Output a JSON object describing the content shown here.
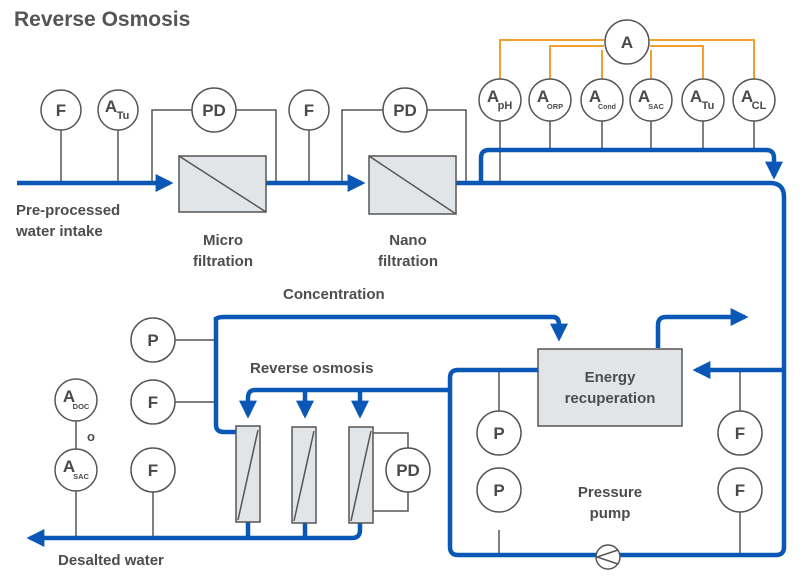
{
  "title": "Reverse Osmosis",
  "colors": {
    "pipe": "#0a57b5",
    "signal": "#f0a030",
    "line": "#555555",
    "unit_fill": "#e2e5e8"
  },
  "labels": {
    "intake": [
      "Pre-processed",
      "water intake"
    ],
    "micro": [
      "Micro",
      "filtration"
    ],
    "nano": [
      "Nano",
      "filtration"
    ],
    "concentration": "Concentration",
    "reverse_osmosis": "Reverse osmosis",
    "energy": [
      "Energy",
      "recuperation"
    ],
    "pump": [
      "Pressure",
      "pump"
    ],
    "desalted": "Desalted water",
    "or_symbol": "o"
  },
  "instruments": {
    "intake_flow": {
      "main": "F",
      "sub": ""
    },
    "intake_turbidity": {
      "main": "A",
      "sub": "Tu"
    },
    "micro_pd": {
      "main": "PD",
      "sub": ""
    },
    "mid_flow": {
      "main": "F",
      "sub": ""
    },
    "nano_pd": {
      "main": "PD",
      "sub": ""
    },
    "analyzer_hub": {
      "main": "A",
      "sub": ""
    },
    "analyzers": [
      {
        "main": "A",
        "sub": "pH"
      },
      {
        "main": "A",
        "sub": "ORP"
      },
      {
        "main": "A",
        "sub": "Cond"
      },
      {
        "main": "A",
        "sub": "SAC"
      },
      {
        "main": "A",
        "sub": "Tu"
      },
      {
        "main": "A",
        "sub": "CL"
      }
    ],
    "ro_pressure": {
      "main": "P",
      "sub": ""
    },
    "ro_flow": {
      "main": "F",
      "sub": ""
    },
    "ro_pd": {
      "main": "PD",
      "sub": ""
    },
    "out_doc": {
      "main": "A",
      "sub": "DOC"
    },
    "out_sac": {
      "main": "A",
      "sub": "SAC"
    },
    "out_flow": {
      "main": "F",
      "sub": ""
    },
    "pump_p1": {
      "main": "P",
      "sub": ""
    },
    "pump_p2": {
      "main": "P",
      "sub": ""
    },
    "pump_f1": {
      "main": "F",
      "sub": ""
    },
    "pump_f2": {
      "main": "F",
      "sub": ""
    }
  }
}
